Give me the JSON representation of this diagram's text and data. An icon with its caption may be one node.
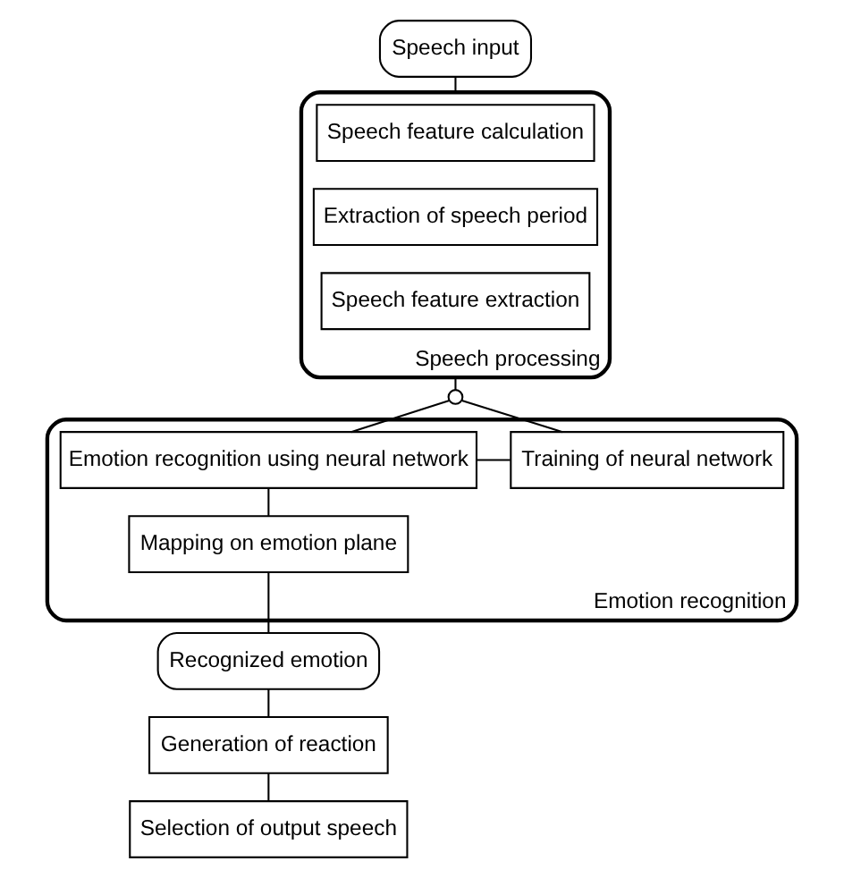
{
  "diagram": {
    "nodes": [
      {
        "text": [
          "Speech input"
        ]
      },
      {
        "text": [
          "Speech processing"
        ]
      },
      {
        "text": [
          "Speech feature calculation"
        ],
        "in": 1
      },
      {
        "text": [
          "Extraction of speech period"
        ],
        "in": 1
      },
      {
        "text": [
          "Speech feature extraction"
        ],
        "in": 1
      },
      {
        "text": [],
        "shape": "switch"
      },
      {
        "text": [
          "Emotion recognition"
        ]
      },
      {
        "text": [
          "Emotion recognition using neural network"
        ],
        "in": 6
      },
      {
        "text": [
          "Training of neural network"
        ],
        "in": 6
      },
      {
        "text": [
          "Mapping on emotion plane"
        ],
        "in": 6
      },
      {
        "text": [
          "Recognized emotion"
        ]
      },
      {
        "text": [
          "Generation of reaction"
        ]
      },
      {
        "text": [
          "Selection of output speech"
        ]
      }
    ],
    "edges": [
      {
        "from": 0,
        "to": 1,
        "arrow": "none"
      },
      {
        "from": 1,
        "to": 5,
        "arrow": "none"
      },
      {
        "from": 5,
        "to": 7,
        "arrow": "none"
      },
      {
        "from": 5,
        "to": 8,
        "arrow": "none"
      },
      {
        "from": 7,
        "to": 8,
        "arrow": "none"
      },
      {
        "from": 7,
        "to": 9,
        "arrow": "none"
      },
      {
        "from": 9,
        "to": 10,
        "arrow": "none"
      },
      {
        "from": 10,
        "to": 11,
        "arrow": "none"
      },
      {
        "from": 11,
        "to": 12,
        "arrow": "none"
      }
    ]
  }
}
